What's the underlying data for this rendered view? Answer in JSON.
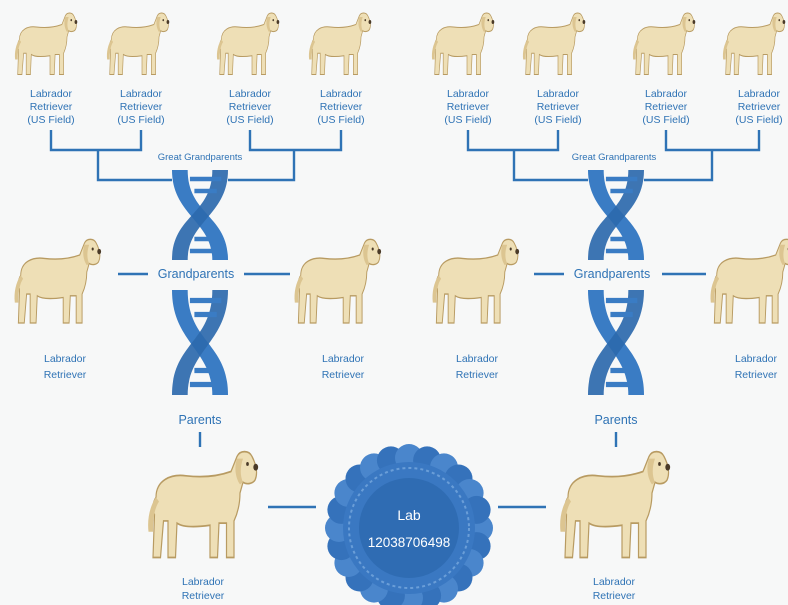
{
  "panels": [
    {
      "great_grandparents": [
        {
          "name": "Labrador",
          "breed": "Retriever",
          "variety": "(US Field)"
        },
        {
          "name": "Labrador",
          "breed": "Retriever",
          "variety": "(US Field)"
        },
        {
          "name": "Labrador",
          "breed": "Retriever",
          "variety": "(US Field)"
        },
        {
          "name": "Labrador",
          "breed": "Retriever",
          "variety": "(US Field)"
        }
      ],
      "great_grandparents_label": "Great Grandparents",
      "grandparents_label": "Grandparents",
      "grandparents": [
        {
          "name": "Labrador",
          "breed": "Retriever"
        },
        {
          "name": "Labrador",
          "breed": "Retriever"
        }
      ],
      "parents_label": "Parents",
      "parent": {
        "name": "Labrador",
        "breed": "Retriever"
      }
    },
    {
      "great_grandparents": [
        {
          "name": "Labrador",
          "breed": "Retriever",
          "variety": "(US Field)"
        },
        {
          "name": "Labrador",
          "breed": "Retriever",
          "variety": "(US Field)"
        },
        {
          "name": "Labrador",
          "breed": "Retriever",
          "variety": "(US Field)"
        },
        {
          "name": "Labrador",
          "breed": "Retriever",
          "variety": "(US Field)"
        }
      ],
      "great_grandparents_label": "Great Grandparents",
      "grandparents_label": "Grandparents",
      "grandparents": [
        {
          "name": "Labrador",
          "breed": "Retriever"
        },
        {
          "name": "Labrador",
          "breed": "Retriever"
        }
      ],
      "parents_label": "Parents",
      "parent": {
        "name": "Labrador",
        "breed": "Retriever"
      }
    }
  ],
  "rosette": {
    "title": "Lab",
    "id": "12038706498"
  },
  "colors": {
    "accent": "#2f73b5",
    "rosette": "#3a78c2"
  }
}
